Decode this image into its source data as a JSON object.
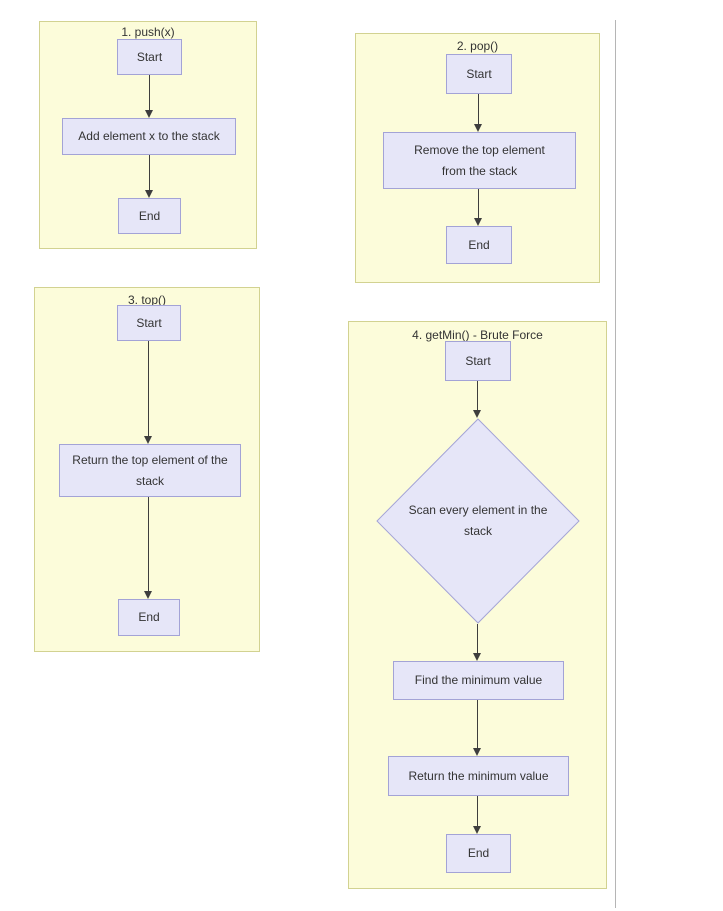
{
  "canvas": {
    "background": "#ffffff",
    "page_divider_color": "#b5b5b5"
  },
  "palette": {
    "container_fill": "#fcfcda",
    "container_border": "#d2d291",
    "node_fill": "#e6e6f8",
    "node_border": "#a3a3d6",
    "arrow_color": "#3e3e3e",
    "text_color": "#333333"
  },
  "charts": [
    {
      "title": "1. push(x)",
      "type": "flowchart",
      "nodes": [
        {
          "shape": "rect",
          "label": "Start"
        },
        {
          "shape": "rect",
          "label": "Add element x to the stack"
        },
        {
          "shape": "rect",
          "label": "End"
        }
      ]
    },
    {
      "title": "2. pop()",
      "type": "flowchart",
      "nodes": [
        {
          "shape": "rect",
          "label": "Start"
        },
        {
          "shape": "rect",
          "label": "Remove the top element from the stack"
        },
        {
          "shape": "rect",
          "label": "End"
        }
      ]
    },
    {
      "title": "3. top()",
      "type": "flowchart",
      "nodes": [
        {
          "shape": "rect",
          "label": "Start"
        },
        {
          "shape": "rect",
          "label": "Return the top element of the stack"
        },
        {
          "shape": "rect",
          "label": "End"
        }
      ]
    },
    {
      "title": "4. getMin() - Brute Force",
      "type": "flowchart",
      "nodes": [
        {
          "shape": "rect",
          "label": "Start"
        },
        {
          "shape": "diamond",
          "label": "Scan every element in the stack"
        },
        {
          "shape": "rect",
          "label": "Find the minimum value"
        },
        {
          "shape": "rect",
          "label": "Return the minimum value"
        },
        {
          "shape": "rect",
          "label": "End"
        }
      ]
    }
  ]
}
